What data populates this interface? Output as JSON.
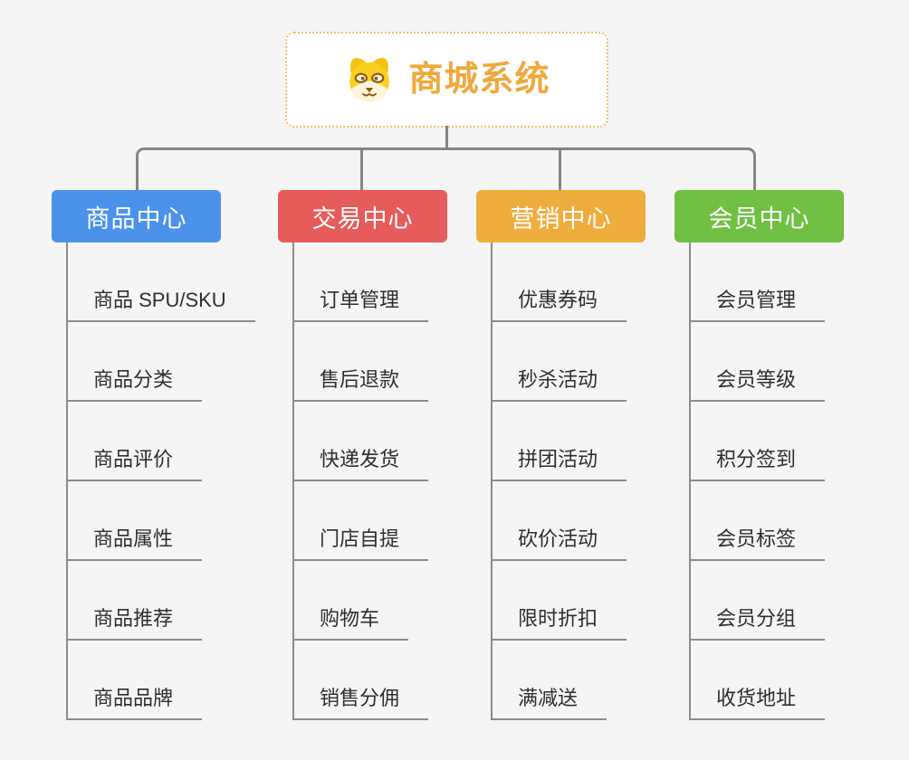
{
  "root": {
    "title": "商城系统",
    "icon": "dog-icon"
  },
  "branches": [
    {
      "label": "商品中心",
      "color": "#4b92ea",
      "items": [
        "商品 SPU/SKU",
        "商品分类",
        "商品评价",
        "商品属性",
        "商品推荐",
        "商品品牌"
      ]
    },
    {
      "label": "交易中心",
      "color": "#e65c5a",
      "items": [
        "订单管理",
        "售后退款",
        "快递发货",
        "门店自提",
        "购物车",
        "销售分佣"
      ]
    },
    {
      "label": "营销中心",
      "color": "#efad3e",
      "items": [
        "优惠券码",
        "秒杀活动",
        "拼团活动",
        "砍价活动",
        "限时折扣",
        "满减送"
      ]
    },
    {
      "label": "会员中心",
      "color": "#6fc043",
      "items": [
        "会员管理",
        "会员等级",
        "积分签到",
        "会员标签",
        "会员分组",
        "收货地址"
      ]
    }
  ],
  "colors": {
    "background": "#f5f5f5",
    "connector": "#858585",
    "root_border": "#f3c06a",
    "root_text": "#f0a83d",
    "item_text": "#2e2e2e",
    "item_line": "#8c8c8c"
  }
}
